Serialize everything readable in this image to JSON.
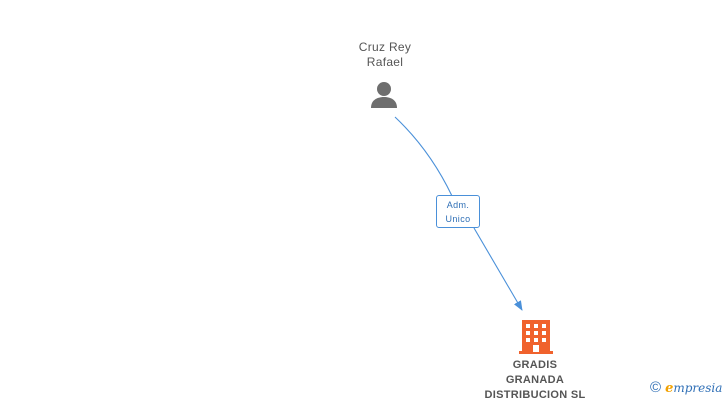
{
  "person": {
    "name_line1": "Cruz Rey",
    "name_line2": "Rafael",
    "icon": "person-icon"
  },
  "relation": {
    "label_line1": "Adm.",
    "label_line2": "Unico"
  },
  "company": {
    "name_line1": "GRADIS",
    "name_line2": "GRANADA",
    "name_line3": "DISTRIBUCION SL",
    "icon": "building-icon"
  },
  "watermark": {
    "copyright": "©",
    "brand_initial": "e",
    "brand_rest": "mpresia"
  },
  "colors": {
    "edge": "#4a90d9",
    "person_icon": "#6e6e6e",
    "company_icon": "#f0622d",
    "text": "#555555"
  }
}
